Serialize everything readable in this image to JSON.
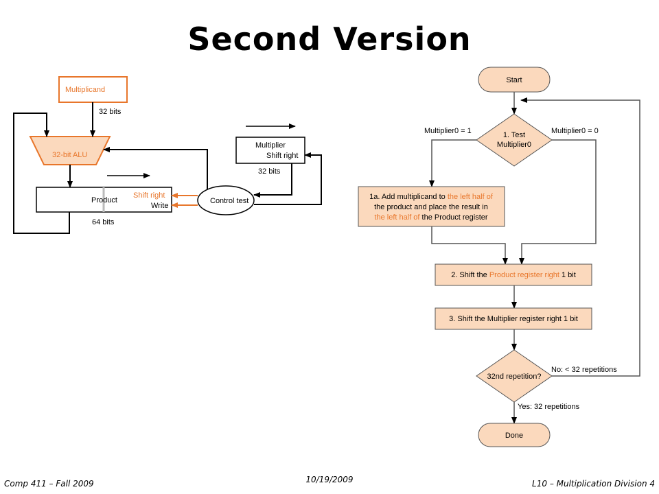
{
  "title": "Second Version",
  "datapath": {
    "multiplicand": "Multiplicand",
    "multiplicand_bits": "32 bits",
    "alu": "32-bit ALU",
    "product": "Product",
    "product_shift": "Shift right",
    "product_write": "Write",
    "product_bits": "64 bits",
    "control": "Control test",
    "multiplier_line1": "Multiplier",
    "multiplier_line2": "Shift right",
    "multiplier_bits": "32 bits"
  },
  "flowchart": {
    "start": "Start",
    "test_line1": "1. Test",
    "test_line2": "Multiplier0",
    "branch_true": "Multiplier0 = 1",
    "branch_false": "Multiplier0 = 0",
    "step1a": {
      "l1_a": "1a. Add multiplicand to ",
      "l1_b": "the left half of",
      "l2": "the product and place the result in",
      "l3_a": "the left half of",
      "l3_b": " the Product register"
    },
    "step2": {
      "a": "2. Shift the ",
      "b": "Product register right",
      "c": " 1 bit"
    },
    "step3": "3. Shift the Multiplier register right 1 bit",
    "repeat": "32nd repetition?",
    "no_label": "No:  < 32 repetitions",
    "yes_label": "Yes:  32 repetitions",
    "done": "Done"
  },
  "colors": {
    "accent": "#e8762b",
    "fill": "#fbd9bd",
    "stroke": "#555555"
  },
  "footer": {
    "left": "Comp 411 – Fall 2009",
    "center": "10/19/2009",
    "right": "L10 – Multiplication Division 4"
  }
}
